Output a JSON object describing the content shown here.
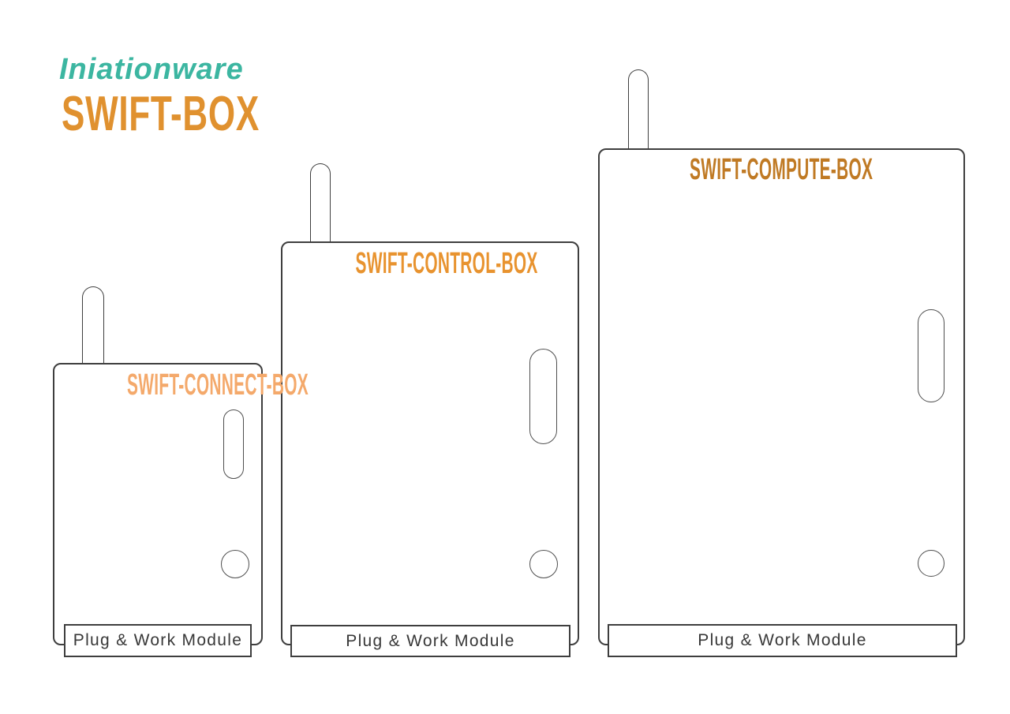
{
  "brand": {
    "name": "Iniationware",
    "color": "#3cb6a1"
  },
  "product": {
    "title": "SWIFT-BOX",
    "color": "#e0912f"
  },
  "colors": {
    "outline": "#3e3e3e",
    "cutout_stroke": "#4f4f4f",
    "plate_text": "#383838"
  },
  "boxes": [
    {
      "label": "SWIFT-CONNECT-BOX",
      "label_color": "#f4a96b",
      "module": "Plug & Work Module"
    },
    {
      "label": "SWIFT-CONTROL-BOX",
      "label_color": "#e8932f",
      "module": "Plug & Work Module"
    },
    {
      "label": "SWIFT-COMPUTE-BOX",
      "label_color": "#c07a24",
      "module": "Plug & Work Module"
    }
  ]
}
